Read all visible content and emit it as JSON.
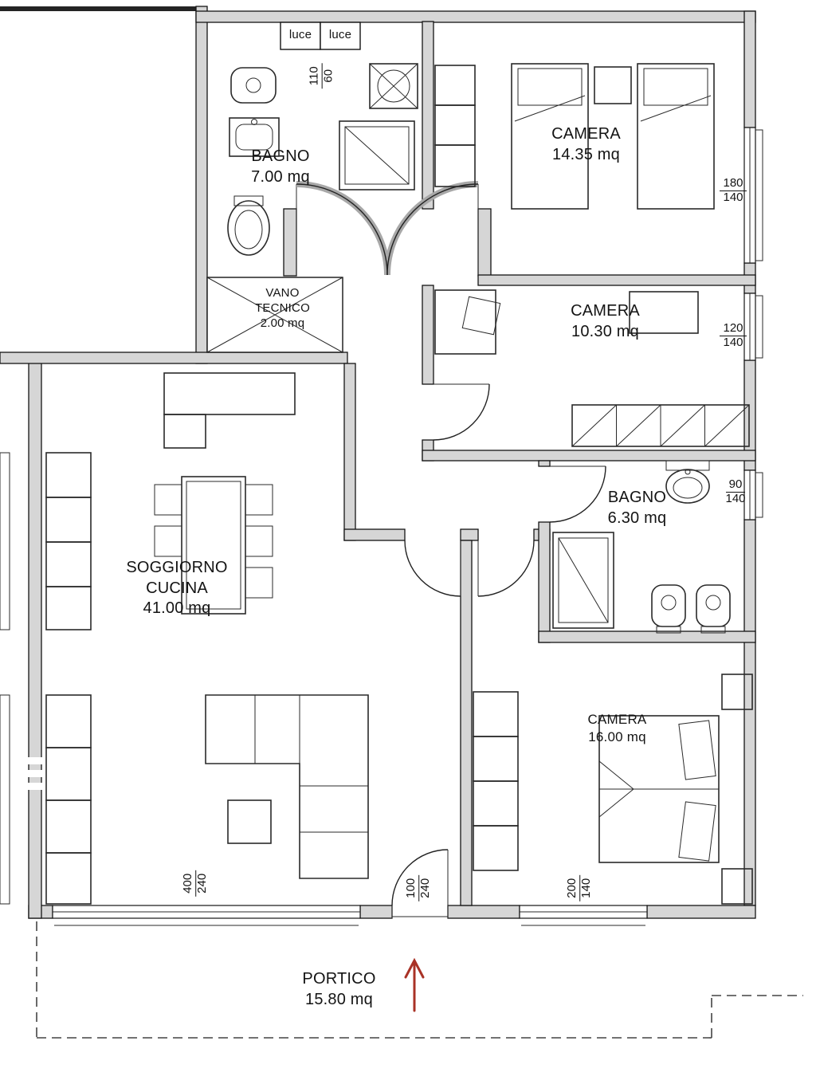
{
  "plan": {
    "type": "apartment-floor-plan",
    "colors": {
      "wall": "#d6d6d6",
      "line": "#141414",
      "arrow": "#a93226",
      "dash": "#444444"
    }
  },
  "rooms": {
    "bagno1": {
      "name": "BAGNO",
      "area": "7.00 mq"
    },
    "camera1": {
      "name": "CAMERA",
      "area": "14.35 mq"
    },
    "vano": {
      "line1": "VANO",
      "line2": "TECNICO",
      "area": "2.00 mq"
    },
    "camera2": {
      "name": "CAMERA",
      "area": "10.30 mq"
    },
    "bagno2": {
      "name": "BAGNO",
      "area": "6.30 mq"
    },
    "soggiorno": {
      "line1": "SOGGIORNO",
      "line2": "CUCINA",
      "area": "41.00 mq"
    },
    "camera3": {
      "name": "CAMERA",
      "area": "16.00 mq"
    },
    "portico": {
      "name": "PORTICO",
      "area": "15.80 mq"
    }
  },
  "shaft": {
    "cells": [
      "luce",
      "luce"
    ]
  },
  "dims": {
    "shaft": {
      "w": "110",
      "h": "60"
    },
    "win180": {
      "w": "180",
      "h": "140"
    },
    "win120": {
      "w": "120",
      "h": "140"
    },
    "win90": {
      "w": "90",
      "h": "140"
    },
    "door400": {
      "w": "400",
      "h": "240"
    },
    "door100": {
      "w": "100",
      "h": "240"
    },
    "win200": {
      "w": "200",
      "h": "140"
    }
  }
}
